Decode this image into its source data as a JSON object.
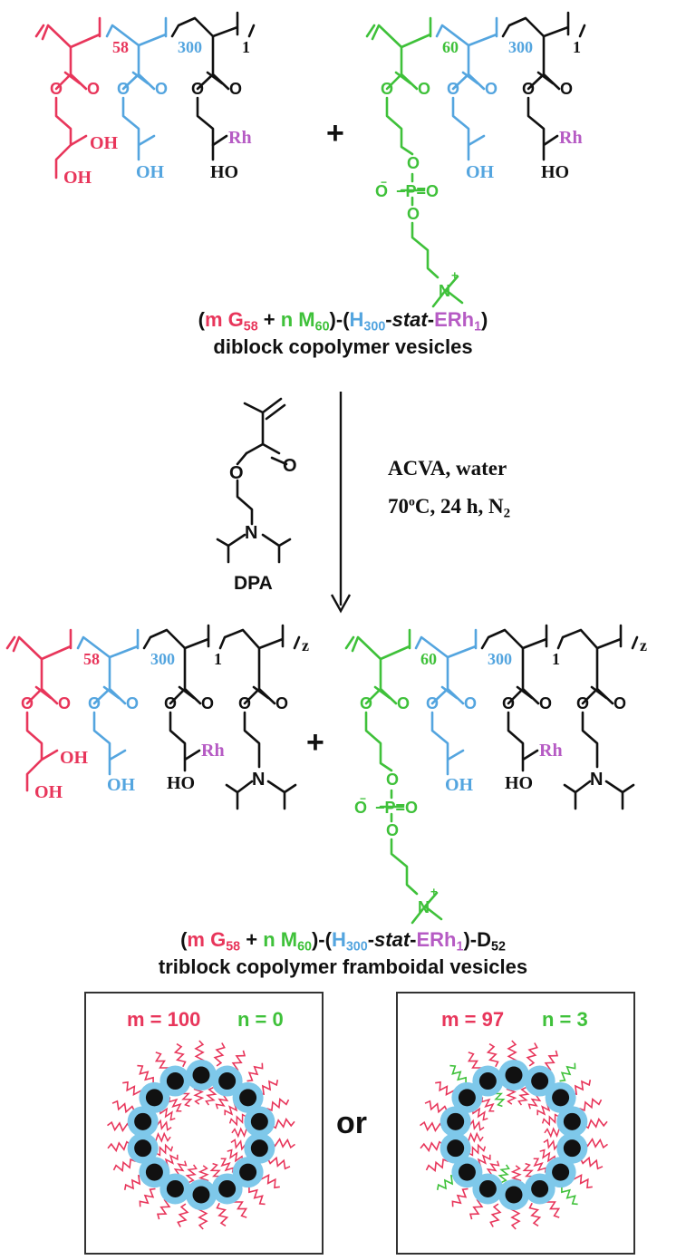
{
  "colors": {
    "pink": "#e8365b",
    "green": "#3fc13a",
    "blue": "#54a5df",
    "purple": "#b65bc4",
    "black": "#111111",
    "shell": "#7ec8ea",
    "core": "#111111"
  },
  "top": {
    "left": {
      "dp_g": "58",
      "dp_h": "300",
      "dp_e": "1",
      "oh_a": "OH",
      "oh_b": "OH",
      "oh_h": "OH",
      "ho_e": "HO",
      "rh": "Rh"
    },
    "right": {
      "dp_m": "60",
      "dp_h": "300",
      "dp_e": "1",
      "oh_h": "OH",
      "ho_e": "HO",
      "rh": "Rh"
    },
    "plus": "+"
  },
  "caption1": {
    "paren_open": "(",
    "m": "m G",
    "g_sub": "58",
    "plus": " + ",
    "n": "n M",
    "m_sub": "60",
    "mid": ")-(",
    "h": "H",
    "h_sub": "300",
    "dash1": "-",
    "stat": "stat",
    "dash2": "-",
    "erh": "ERh",
    "erh_sub": "1",
    "paren_close": ")",
    "line2": "diblock copolymer vesicles"
  },
  "monomer": {
    "label": "DPA",
    "n": "N"
  },
  "conditions": {
    "line1": "ACVA, water",
    "line2_a": "70",
    "line2_sup": "o",
    "line2_b": "C, 24 h, N",
    "line2_sub": "2"
  },
  "bottom": {
    "left": {
      "dp_g": "58",
      "dp_h": "300",
      "dp_e": "1",
      "dp_d": "z",
      "oh_a": "OH",
      "oh_b": "OH",
      "oh_h": "OH",
      "ho_e": "HO",
      "rh": "Rh",
      "n": "N"
    },
    "right": {
      "dp_m": "60",
      "dp_h": "300",
      "dp_e": "1",
      "dp_d": "z",
      "oh_h": "OH",
      "ho_e": "HO",
      "rh": "Rh",
      "n": "N"
    },
    "plus": "+"
  },
  "caption2": {
    "paren_open": "(",
    "m": "m G",
    "g_sub": "58",
    "plus": " + ",
    "n": "n M",
    "m_sub": "60",
    "mid": ")-(",
    "h": "H",
    "h_sub": "300",
    "dash1": "-",
    "stat": "stat",
    "dash2": "-",
    "erh": "ERh",
    "erh_sub": "1",
    "tail": ")-D",
    "d_sub": "52",
    "line2": "triblock copolymer framboidal vesicles"
  },
  "panels": {
    "left": {
      "m_label": "m = 100",
      "n_label": "n = 0"
    },
    "or": "or",
    "right": {
      "m_label": "m = 97",
      "n_label": "n = 3"
    }
  }
}
